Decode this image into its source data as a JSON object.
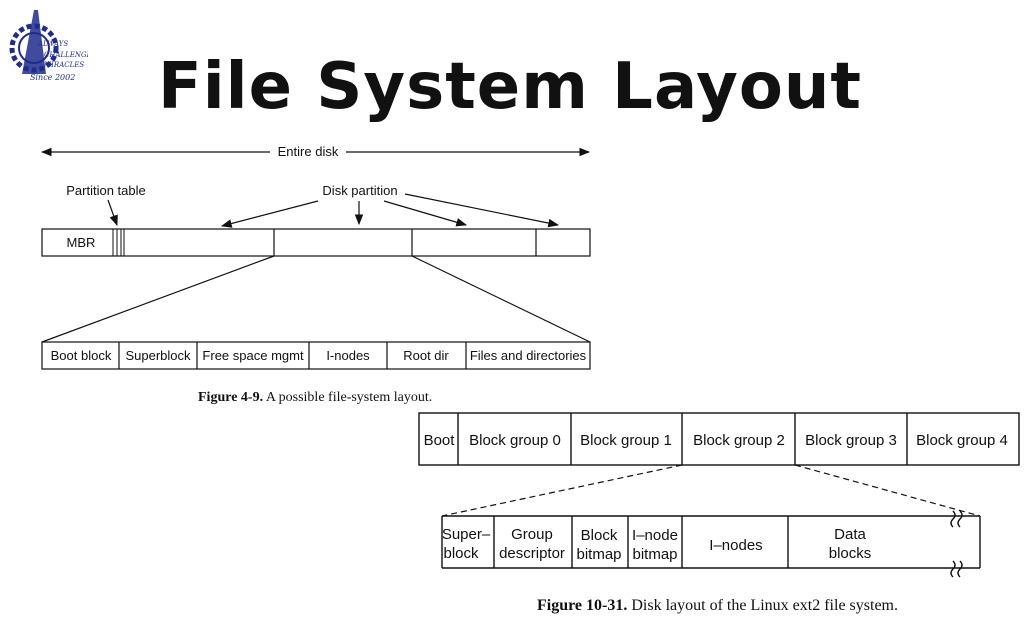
{
  "title": "File System Layout",
  "logo": {
    "icon": "gear-logo-icon",
    "line1": "ALWAYS",
    "line2": "CHALLENGE",
    "line3": "MIRACLES",
    "line4": "Since 2002",
    "color": "#1e2c8c"
  },
  "fig1": {
    "entire_disk": "Entire disk",
    "partition_table": "Partition table",
    "disk_partition": "Disk partition",
    "mbr": "MBR",
    "detail_cells": [
      "Boot block",
      "Superblock",
      "Free space mgmt",
      "I-nodes",
      "Root dir",
      "Files and directories"
    ],
    "caption_label": "Figure 4-9.",
    "caption_text": "A possible file-system layout."
  },
  "fig2": {
    "top_cells": [
      "Boot",
      "Block group 0",
      "Block group 1",
      "Block group 2",
      "Block group 3",
      "Block group 4"
    ],
    "detail_cells": [
      [
        "Super–",
        "block"
      ],
      [
        "Group",
        "descriptor"
      ],
      [
        "Block",
        "bitmap"
      ],
      [
        "I–node",
        "bitmap"
      ],
      [
        "I–nodes"
      ],
      [
        "Data",
        "blocks"
      ]
    ],
    "caption_label": "Figure 10-31.",
    "caption_text": "Disk layout of the Linux ext2 file system."
  }
}
